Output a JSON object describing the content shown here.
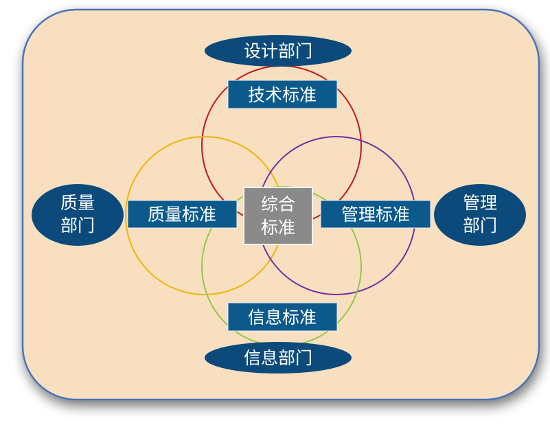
{
  "colors": {
    "panel_fill": "#f8dfc0",
    "panel_border": "#4a72b8",
    "dept_fill": "#0b4a7a",
    "standard_fill": "#0c5a8c",
    "center_fill": "#8a8a8a",
    "technical_circle": "#c0191e",
    "quality_circle": "#f0b400",
    "management_circle": "#7030a0",
    "information_circle": "#92c84a",
    "text": "#ffffff"
  },
  "departments": {
    "design": "设计部门",
    "quality_line1": "质量",
    "quality_line2": "部门",
    "management_line1": "管理",
    "management_line2": "部门",
    "information": "信息部门"
  },
  "standards": {
    "technical": "技术标准",
    "quality": "质量标准",
    "management": "管理标准",
    "information": "信息标准"
  },
  "center": {
    "line1": "综合",
    "line2": "标准"
  }
}
